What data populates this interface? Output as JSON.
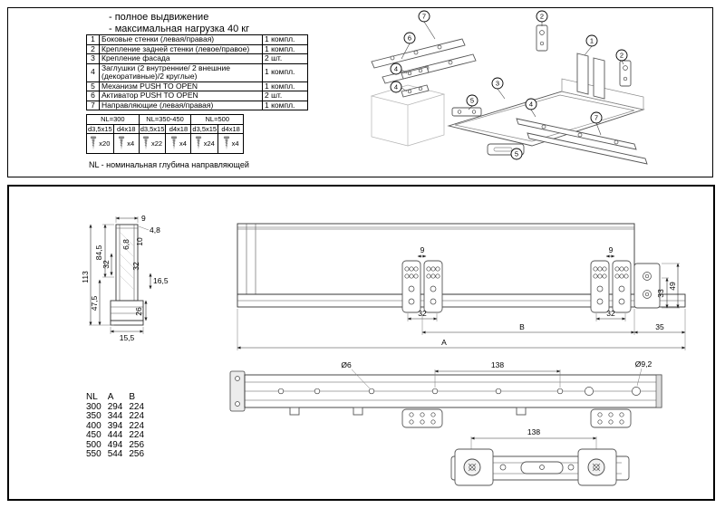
{
  "top": {
    "notes": {
      "line1": "- полное выдвижение",
      "line2": "- максимальная нагрузка 40 кг"
    },
    "parts_table": {
      "rows": [
        {
          "num": "1",
          "name": "Боковые стенки (левая/правая)",
          "qty": "1 компл."
        },
        {
          "num": "2",
          "name": "Крепление задней стенки (левое/правое)",
          "qty": "1 компл."
        },
        {
          "num": "3",
          "name": "Крепление фасада",
          "qty": "2 шт."
        },
        {
          "num": "4",
          "name": "Заглушки (2 внутренние/ 2 внешние (декоративные)/2 круглые)",
          "qty": "1 компл."
        },
        {
          "num": "5",
          "name": "Механизм PUSH TO OPEN",
          "qty": "1 компл."
        },
        {
          "num": "6",
          "name": "Активатор PUSH TO OPEN",
          "qty": "2 шт."
        },
        {
          "num": "7",
          "name": "Направляющие (левая/правая)",
          "qty": "1 компл."
        }
      ]
    },
    "screws_table": {
      "group_headers": [
        "NL=300",
        "NL=350-450",
        "NL=500"
      ],
      "sizes": [
        "d3,5x15",
        "d4x18",
        "d3,5x15",
        "d4x18",
        "d3,5x15",
        "d4x18"
      ],
      "quantities": [
        "x20",
        "x4",
        "x22",
        "x4",
        "x24",
        "x4"
      ]
    },
    "footnote": "NL - номинальная глубина направляющей",
    "callouts": [
      "7",
      "2",
      "6",
      "1",
      "2",
      "4",
      "4",
      "3",
      "4",
      "7",
      "5",
      "5"
    ]
  },
  "bottom": {
    "profile_dims": {
      "d9": "9",
      "d48": "4,8",
      "d845": "84,5",
      "d68": "6,8",
      "d10": "10",
      "d32a": "32",
      "d32b": "32",
      "d113": "113",
      "d165": "16,5",
      "d475": "47,5",
      "d26": "26",
      "d155": "15,5"
    },
    "side_view_dims": {
      "d9a": "9",
      "d9b": "9",
      "d49": "49",
      "d33": "33",
      "d32a": "32",
      "d32b": "32",
      "dB": "B",
      "dA": "A",
      "d35": "35"
    },
    "rail_dims": {
      "dia6": "Ø6",
      "d138": "138",
      "dia92": "Ø9,2"
    },
    "bracket_dims": {
      "d138": "138"
    },
    "size_table": {
      "headers": [
        "NL",
        "A",
        "B"
      ],
      "rows": [
        [
          "300",
          "294",
          "224"
        ],
        [
          "350",
          "344",
          "224"
        ],
        [
          "400",
          "394",
          "224"
        ],
        [
          "450",
          "444",
          "224"
        ],
        [
          "500",
          "494",
          "256"
        ],
        [
          "550",
          "544",
          "256"
        ]
      ]
    }
  }
}
